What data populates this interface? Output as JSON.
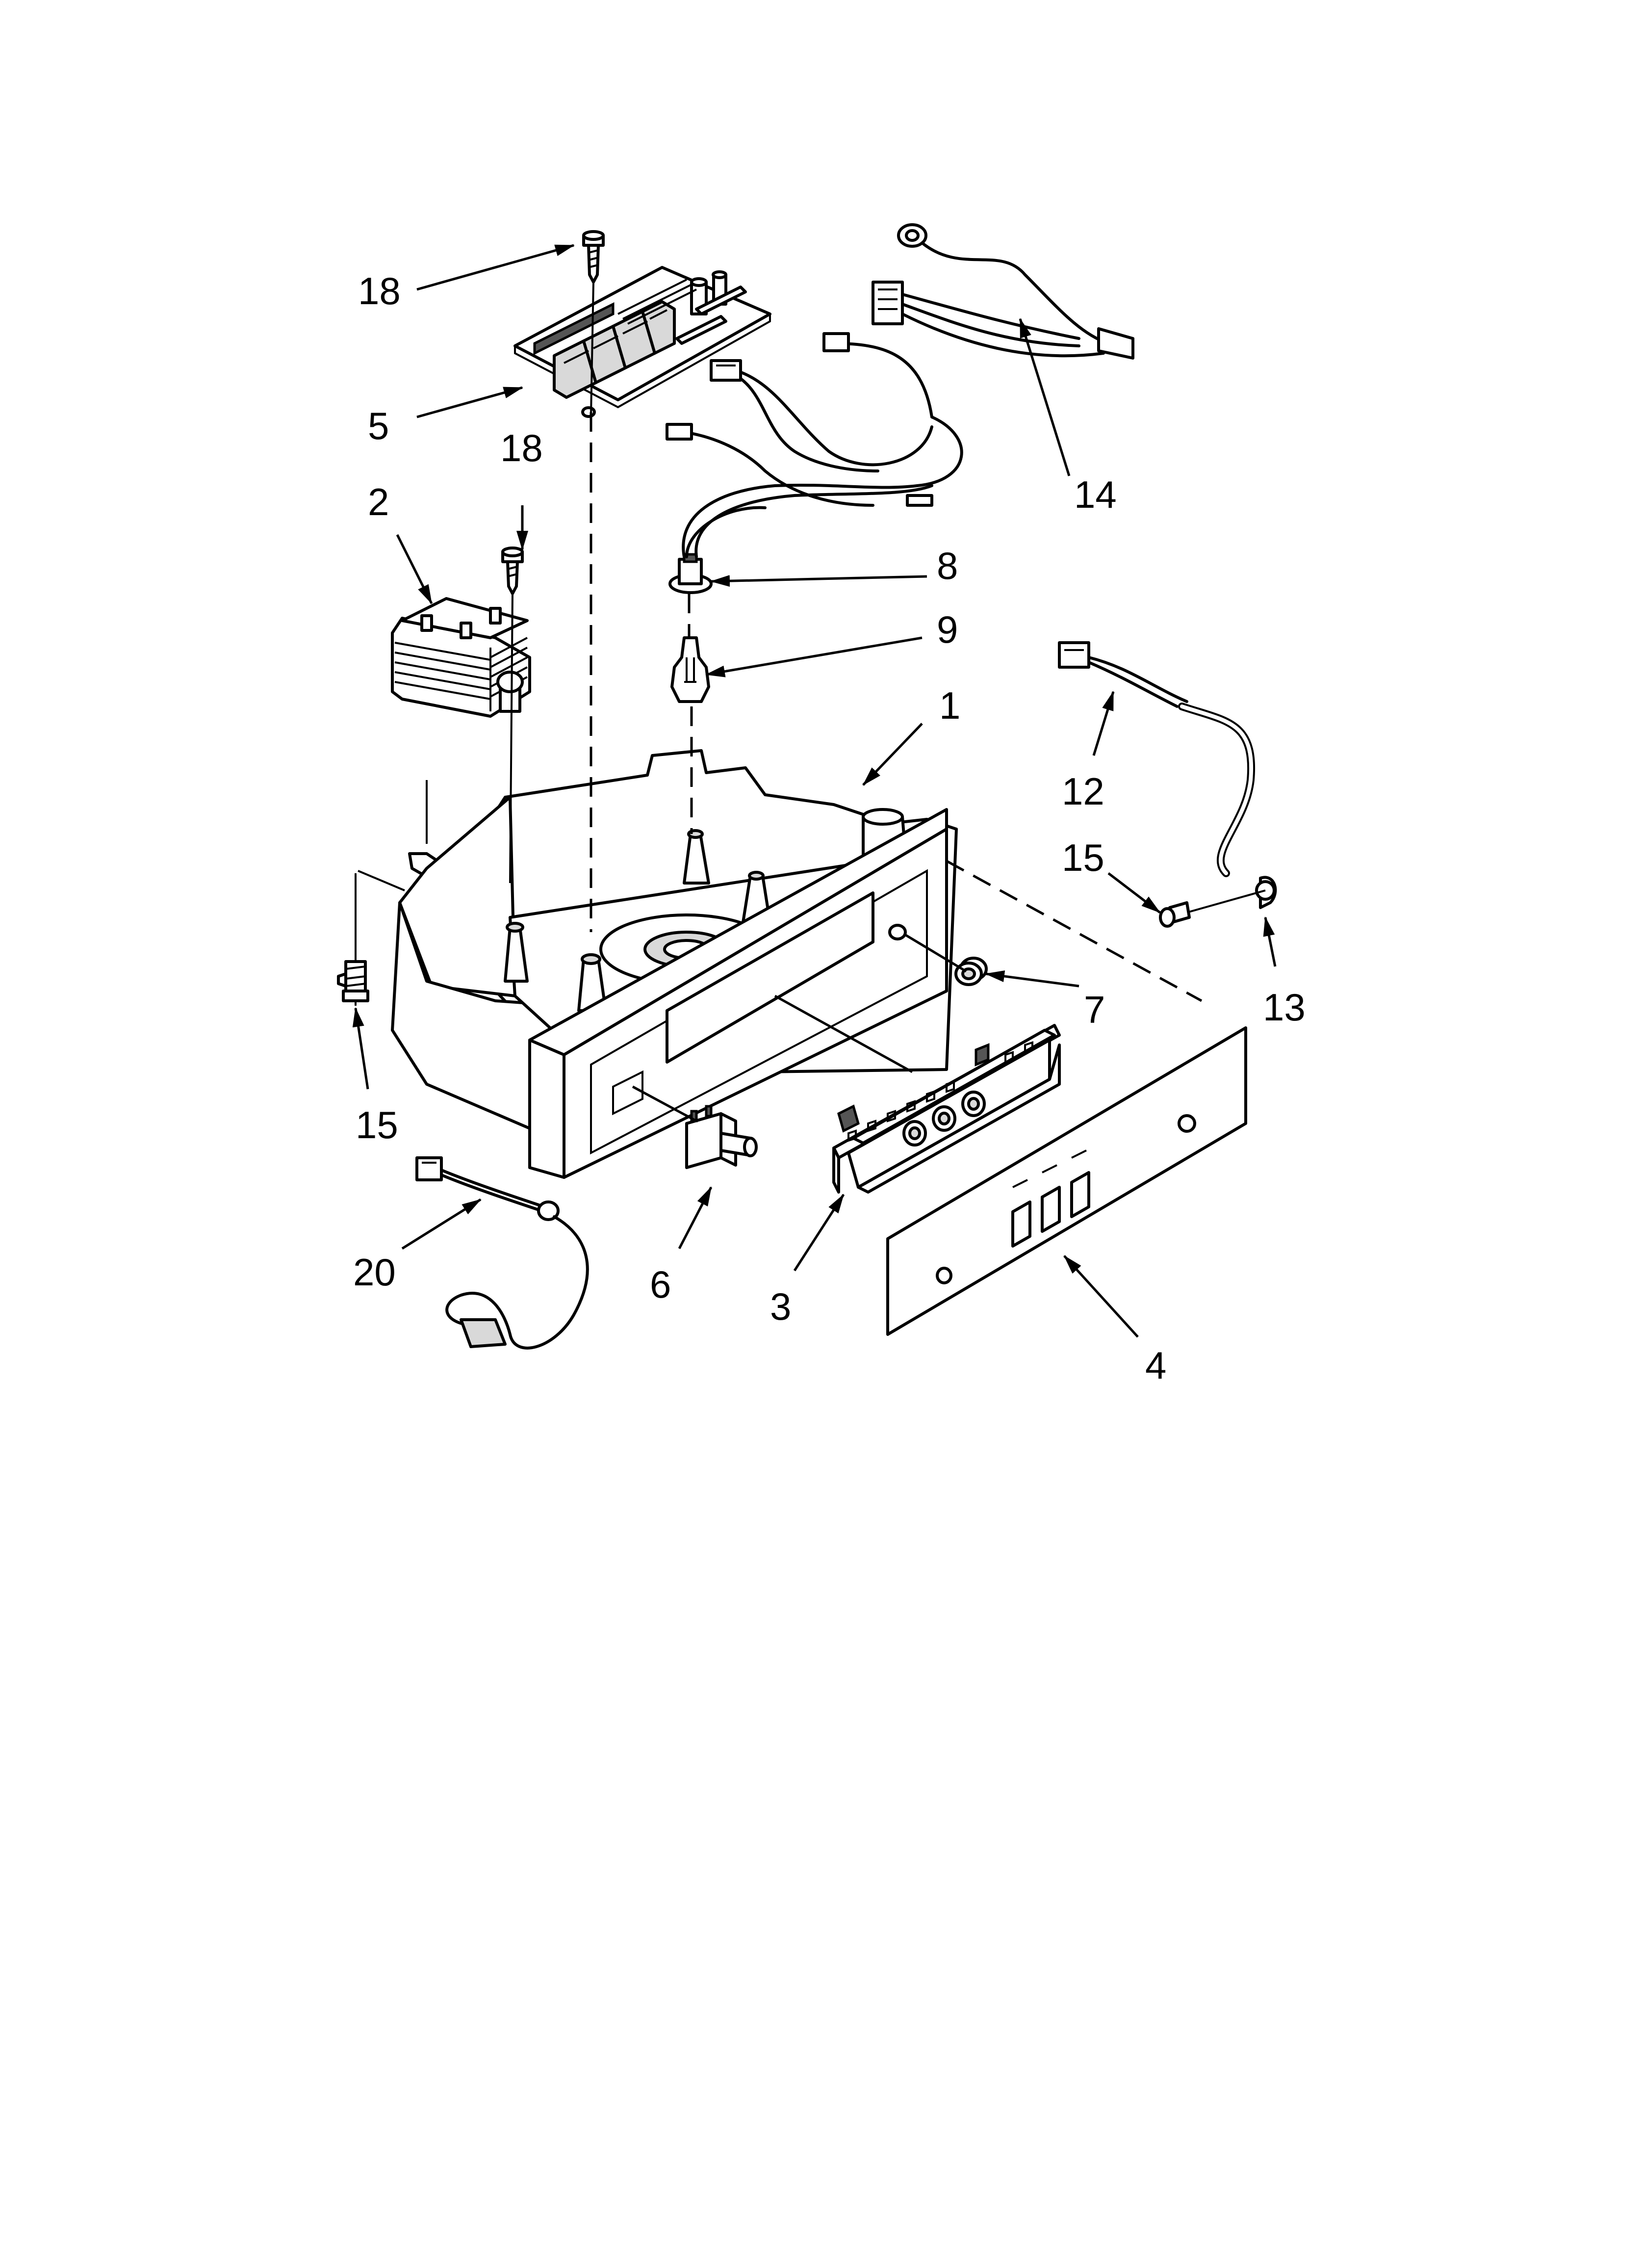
{
  "callouts": {
    "c1": "1",
    "c2": "2",
    "c3": "3",
    "c4": "4",
    "c5": "5",
    "c6": "6",
    "c7": "7",
    "c8": "8",
    "c9": "9",
    "c12": "12",
    "c13": "13",
    "c14": "14",
    "c15a": "15",
    "c15b": "15",
    "c18a": "18",
    "c18b": "18",
    "c20": "20"
  },
  "colors": {
    "line": "#000000",
    "background": "#ffffff",
    "shade": "#d9d9d9"
  }
}
